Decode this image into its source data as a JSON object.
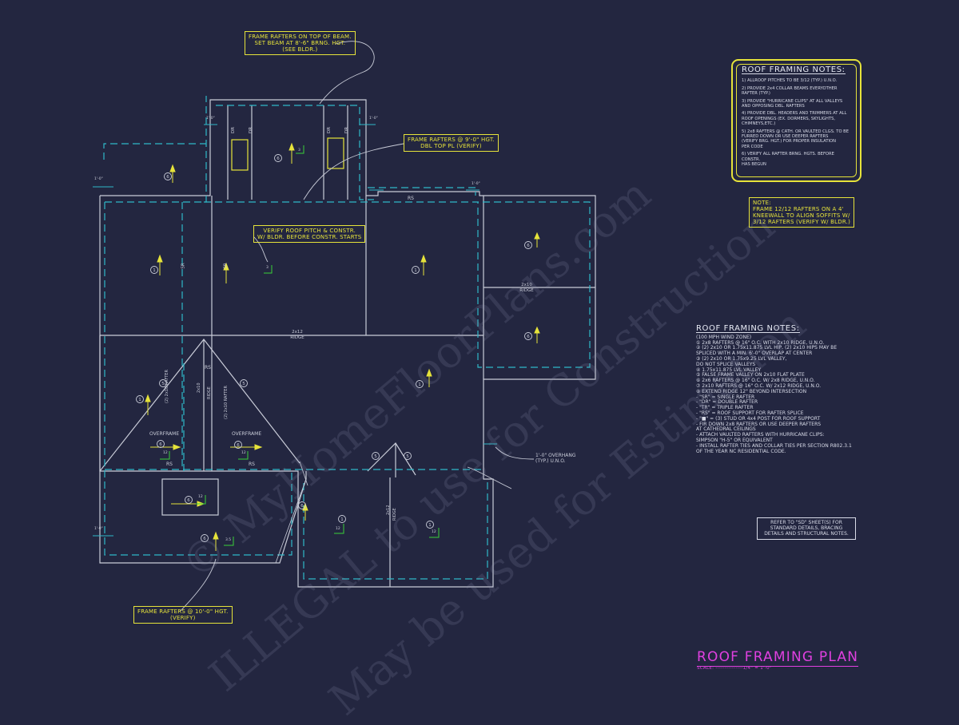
{
  "callouts": {
    "beam": "FRAME RAFTERS ON TOP OF BEAM.\nSET BEAM AT 8'-6\" BRNG. HGT.\n(SEE BLDR.)",
    "dbl_top_pl": "FRAME RAFTERS @ 9'-0\" HGT.\nDBL TOP PL (VERIFY)",
    "verify_pitch": "VERIFY ROOF PITCH & CONSTR.\nW/ BLDR. BEFORE CONSTR. STARTS",
    "ten_ft": "FRAME RAFTERS @ 10'-0\" HGT.\n(VERIFY)",
    "kneewall": "NOTE:\nFRAME 12/12 RAFTERS ON A 4'\nKNEEWALL TO ALIGN SOFFITS W/\n3/12 RAFTERS (VERIFY W/ BLDR.)"
  },
  "framing_notes": {
    "title": "ROOF FRAMING NOTES:",
    "items": [
      "1) ALLROOF PITCHES TO BE  3/12 (TYP.) U.N.O.",
      "2) PROVIDE 2x4 COLLAR BEAMS EVERYOTHER\n   RAFTER (TYP.)",
      "3) PROVIDE \"HURRICANE CLIPS\" AT ALL VALLEYS\n   AND OPPOSING DBL. RAFTERS",
      "4) PROVIDE DBL. HEADERS AND TRIMMERS AT ALL\n   ROOF OPENINGS (EX. DORMERS, SKYLIGHTS,\n   CHIMNEYS,ETC.)",
      "5) 2x8 RAFTERS @ CATH. OR VAULTED CLGS. TO BE\n   FURRED DOWN OR USE DEEPER RAFTERS\n   (VERIFY BRG. HGT.) FOR PROPER INSULATION\n   PER CODE",
      "6) VERIFY ALL RAFTER BRNG. HGTS. BEFORE CONSTR.\n   HAS BEGUN"
    ]
  },
  "legend": {
    "title": "ROOF FRAMING NOTES:",
    "lines": [
      "   (100 MPH WIND ZONE)",
      "① 2x8 RAFTERS @ 16\" O.C. WITH 2x10 RIDGE, U.N.O.",
      "② (2) 2x10 OR 1.75x11.875 LVL HIP, (2) 2x10 HIPS MAY BE\n     SPLICED WITH A MIN. 6'-0\" OVERLAP AT CENTER",
      "③ (2) 2x10 OR 1.75x9.25 LVL VALLEY,\n     DO NOT SPLICE VALLEYS",
      "④ 1.75x11.875 LVL VALLEY",
      "⑤ FALSE FRAME VALLEY ON 2x10 FLAT PLATE",
      "⑥ 2x6 RAFTERS @ 16\" O.C. W/ 2x8 RIDGE, U.N.O.",
      "⑦ 2x10 RAFTERS @ 16\" O.C. W/ 2x12 RIDGE, U.N.O.",
      "⑧ EXTEND RIDGE 12\" BEYOND INTERSECTION",
      " -  \"SR\" = SINGLE RAFTER",
      " -  \"DR\" = DOUBLE RAFTER",
      " -  \"TR\" = TRIPLE RAFTER",
      " -  \"RS\" = ROOF SUPPORT FOR RAFTER SPLICE",
      " -  \"■\" = (3) STUD OR 4x4 POST FOR ROOF SUPPORT",
      " -  FIR DOWN 2x8 RAFTERS OR USE DEEPER RAFTERS\n     AT CATHEDRAL CEILINGS",
      " -  ATTACH VAULTED RAFTERS WITH HURRICANE CLIPS:\n     SIMPSON \"H-5\" OR EQUIVALENT",
      " -  INSTALL RAFTER TIES AND COLLAR TIES PER SECTION R802.3.1\n     OF THE YEAR NC RESIDENTIAL CODE."
    ]
  },
  "refer_note": "REFER TO \"SD\" SHEET(S) FOR\nSTANDARD DETAILS, BRACING\nDETAILS AND STRUCTURAL NOTES.",
  "title_block": {
    "title": "ROOF FRAMING PLAN",
    "scale": "SCALE: ---------------1/4\" = 1'-0\""
  },
  "plan_labels": {
    "ridge_main_size": "2x12",
    "ridge_main": "RIDGE",
    "ridge_right_size": "2x10",
    "ridge_right": "RIDGE",
    "rs": "RS",
    "sr": "SR",
    "dr": "DR",
    "overframe": "OVERFRAME",
    "overhang": "1'-0\" OVERHANG\n(TYP.) U.N.O.",
    "overhang_dim": "1'-0\"",
    "valley_2x10": "(2) 2x10 RAFTER",
    "ridge_2x10": "2x10",
    "ridge_2x12_vert": "2x12",
    "pitch_12": "12",
    "pitch_3": "3",
    "pitch_6": "6",
    "pitch_35": "3.5"
  },
  "watermark": {
    "line1": "© MyHomeFloorPlans.com",
    "line2": "ILLEGAL to use for Construction",
    "line3": "May be used for Estimation"
  },
  "colors": {
    "background": "#232640",
    "wall": "#c9ccd8",
    "overhang_dash": "#2fb8c8",
    "callout": "#e6e33a",
    "arrow": "#e6e33a",
    "pitch": "#38d038",
    "title": "#e040e0"
  }
}
